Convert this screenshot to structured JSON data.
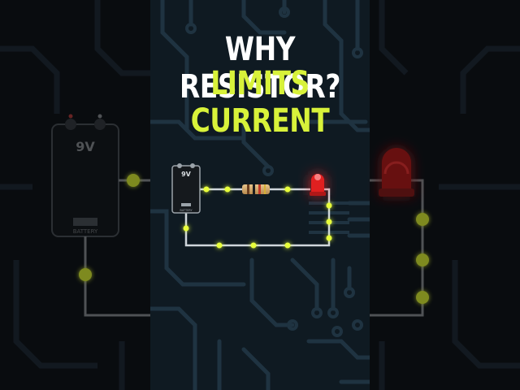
{
  "overlay": {
    "line1": "WHY RESISTOR?",
    "line2": "LIMITS CURRENT"
  },
  "battery": {
    "voltage": "9V",
    "label": "BATTERY"
  },
  "colors": {
    "background": "#0b0e12",
    "panel": "#0f1a22",
    "title_primary": "#ffffff",
    "title_accent": "#d8f23a",
    "wire": "#cfd6dc",
    "node": "#e8ff3a",
    "led": "#ff2a2a"
  }
}
